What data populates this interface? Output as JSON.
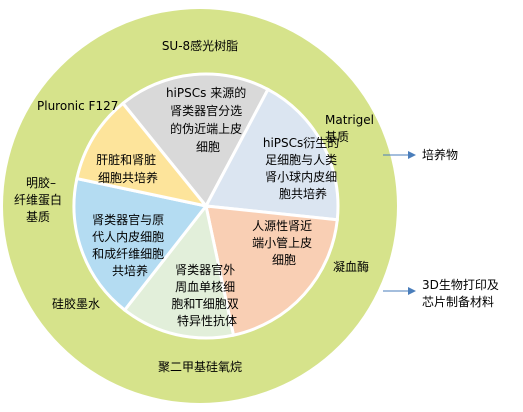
{
  "diagram": {
    "outer_ring_labels": {
      "top": "SU-8感光树脂",
      "matrigel": [
        "Matrigel",
        "基质"
      ],
      "pluronic": "Pluronic F127",
      "gelatin": [
        "明胶–",
        "纤维蛋白",
        "基质"
      ],
      "silica": "硅胶墨水",
      "fibrin": "凝血酶",
      "bottom": "聚二甲基硅氧烷"
    },
    "wedges": [
      {
        "color": "#d9d9d9",
        "lines": [
          "hiPSCs 来源的",
          "肾类器官分选",
          "的伪近端上皮",
          "细胞"
        ]
      },
      {
        "color": "#dbe5f1",
        "lines": [
          "hiPSCs衍生的",
          "足细胞与人类",
          "肾小球内皮细",
          "胞共培养"
        ]
      },
      {
        "color": "#f9cfb4",
        "lines": [
          "人源性肾近",
          "端小管上皮",
          "细胞"
        ]
      },
      {
        "color": "#e2efda",
        "lines": [
          "肾类器官外",
          "周血单核细",
          "胞和T细胞双",
          "特异性抗体"
        ]
      },
      {
        "color": "#b4dcf2",
        "lines": [
          "肾类器官与原",
          "代人内皮细胞",
          "和成纤维细胞",
          "共培养"
        ]
      },
      {
        "color": "#fde49b",
        "lines": [
          "肝脏和肾脏",
          "细胞共培养"
        ]
      }
    ],
    "side_labels": {
      "culture": "培养物",
      "materials": [
        "3D生物打印及",
        "芯片制备材料"
      ]
    },
    "colors": {
      "outer_ring": "#d6e38b",
      "inner_border": "#ffffff",
      "arrow": "#4a7ebb"
    }
  }
}
